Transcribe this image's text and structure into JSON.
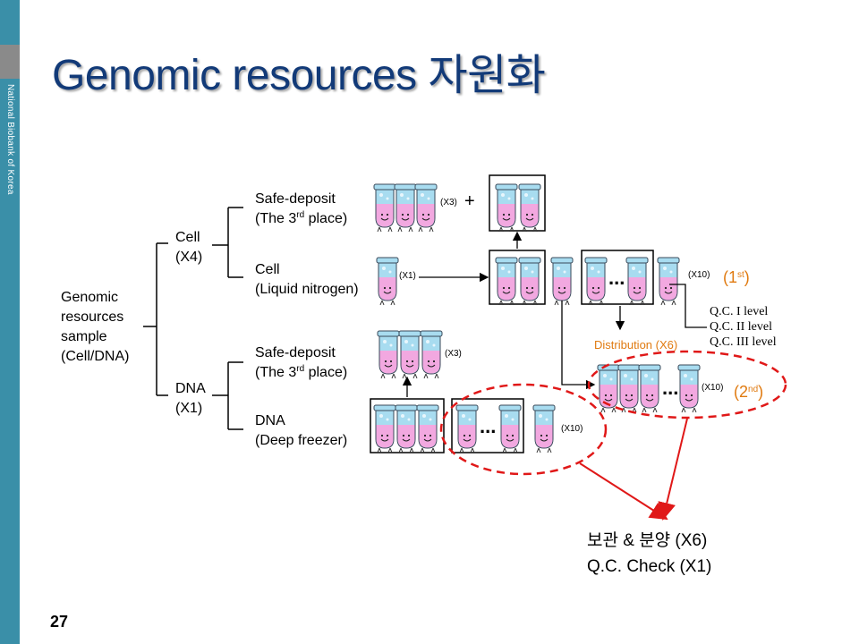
{
  "sidebar": {
    "text": "National Biobank of Korea"
  },
  "title": "Genomic resources 자원화",
  "page_number": "27",
  "root": {
    "lines": [
      "Genomic",
      "resources",
      "sample",
      "(Cell/DNA)"
    ]
  },
  "cell_branch": {
    "label": "Cell",
    "count": "(X4)"
  },
  "dna_branch": {
    "label": "DNA",
    "count": "(X1)"
  },
  "leaves": {
    "cell_safe": {
      "line1": "Safe-deposit",
      "line2_pre": "(The 3",
      "line2_sup": "rd",
      "line2_post": " place)"
    },
    "cell_liquid": {
      "line1": "Cell",
      "line2": "(Liquid nitrogen)"
    },
    "dna_safe": {
      "line1": "Safe-deposit",
      "line2_pre": "(The 3",
      "line2_sup": "rd",
      "line2_post": " place)"
    },
    "dna_freezer": {
      "line1": "DNA",
      "line2": "(Deep freezer)"
    }
  },
  "multipliers": {
    "x3_a": "(X3)",
    "x1": "(X1)",
    "x3_b": "(X3)",
    "x10_top": "(X10)",
    "x10_bottom": "(X10)",
    "x10_dist": "(X10)"
  },
  "plus": "+",
  "ellipsis": "...",
  "first": {
    "pre": "(1",
    "sup": "st",
    "post": ")"
  },
  "second": {
    "pre": "(2",
    "sup": "nd",
    "post": ")"
  },
  "qc_levels": [
    "Q.C. I level",
    "Q.C. II level",
    "Q.C. III level"
  ],
  "distribution_label": "Distribution (X6)",
  "bottom_lines": [
    "보관 & 분양 (X6)",
    "Q.C. Check (X1)"
  ],
  "colors": {
    "title": "#123a78",
    "sidebar": "#3a8fa8",
    "tube_liquid": "#f2a8e0",
    "tube_glass": "#a8dcf0",
    "accent_orange": "#e07a10",
    "dashed_red": "#e01818",
    "arrow_red": "#e01818"
  }
}
